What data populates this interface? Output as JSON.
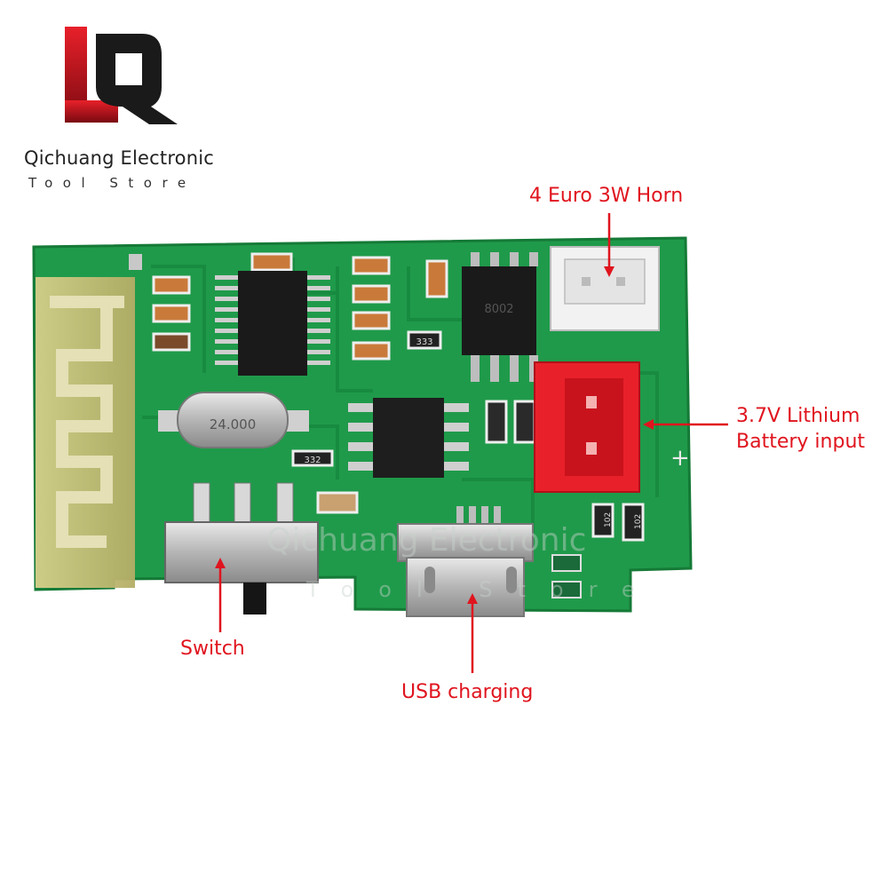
{
  "brand": {
    "name": "Qichuang Electronic",
    "subtitle": "Tool Store"
  },
  "watermark": {
    "name": "Qichuang Electronic",
    "subtitle": "Tool Store"
  },
  "chips": {
    "crystal": "24.000",
    "resistor_333": "333",
    "resistor_332": "332",
    "amp_chip": "8002",
    "resistor_102a": "102",
    "resistor_102b": "102",
    "plus_mark": "+"
  },
  "callouts": {
    "horn": "4 Euro 3W Horn",
    "battery_line1": "3.7V Lithium",
    "battery_line2": "Battery input",
    "switch": "Switch",
    "usb": "USB charging"
  },
  "colors": {
    "pcb": "#1f9a4a",
    "pcb_dark": "#157a37",
    "antenna_gold": "#c8c27a",
    "logo_red": "#c0141e",
    "logo_black": "#1a1a1a",
    "callout_red": "#e0141e",
    "connector_red": "#e8202a"
  }
}
